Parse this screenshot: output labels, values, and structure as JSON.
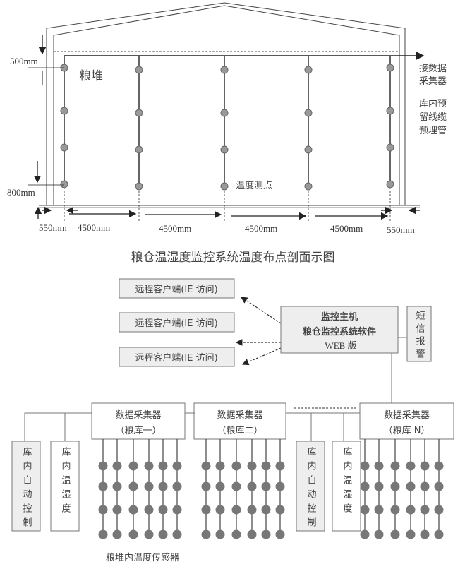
{
  "section": {
    "pile_label": "粮堆",
    "collector_label_1": "接数据",
    "collector_label_2": "采集器",
    "pipe_label_1": "库内预",
    "pipe_label_2": "留线缆",
    "pipe_label_3": "预埋管",
    "measure_point_label": "温度测点",
    "top_offset": "500mm",
    "bottom_offset": "800mm",
    "edge_left": "550mm",
    "edge_right": "550mm",
    "spacing": [
      "4500mm",
      "4500mm",
      "4500mm",
      "4500mm"
    ],
    "title": "粮仓温湿度监控系统温度布点剖面示图"
  },
  "network": {
    "clients": [
      "远程客户端(IE 访问)",
      "远程客户端(IE 访问)",
      "远程客户端(IE 访问)"
    ],
    "host_line1": "监控主机",
    "host_line2": "粮仓监控系统软件",
    "host_line3": "WEB 版",
    "sms_alarm": "短信报警",
    "collectors": [
      {
        "line1": "数据采集器",
        "line2": "（粮库一）"
      },
      {
        "line1": "数据采集器",
        "line2": "（粮库二）"
      },
      {
        "line1": "数据采集器",
        "line2": "（粮库 N）"
      }
    ],
    "auto_control": "库内自动控制",
    "temp_humidity": "库内温湿度",
    "sensor_label": "粮堆内温度传感器"
  },
  "colors": {
    "line": "#333333",
    "dot": "#777777",
    "box_fill": "#eeeeee"
  }
}
